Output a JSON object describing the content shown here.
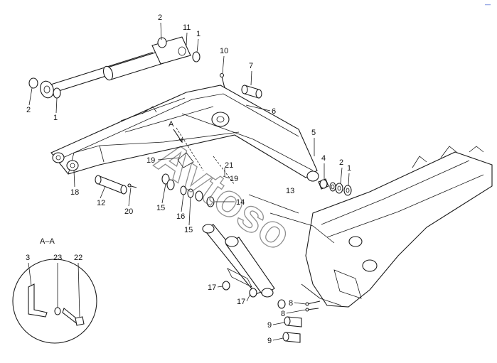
{
  "diagram": {
    "section_label": "A–A",
    "section_marker": "A",
    "watermark": "Avtoso",
    "corner_mark": "—",
    "callouts": [
      {
        "id": "c2a",
        "text": "2"
      },
      {
        "id": "c11",
        "text": "11"
      },
      {
        "id": "c1a",
        "text": "1"
      },
      {
        "id": "c2b",
        "text": "2"
      },
      {
        "id": "c1b",
        "text": "1"
      },
      {
        "id": "c10",
        "text": "10"
      },
      {
        "id": "c7",
        "text": "7"
      },
      {
        "id": "c6",
        "text": "6"
      },
      {
        "id": "c5",
        "text": "5"
      },
      {
        "id": "c4",
        "text": "4"
      },
      {
        "id": "c2c",
        "text": "2"
      },
      {
        "id": "c1c",
        "text": "1"
      },
      {
        "id": "c19a",
        "text": "19"
      },
      {
        "id": "c21",
        "text": "21"
      },
      {
        "id": "c19b",
        "text": "19"
      },
      {
        "id": "c13",
        "text": "13"
      },
      {
        "id": "c18",
        "text": "18"
      },
      {
        "id": "c12",
        "text": "12"
      },
      {
        "id": "c20",
        "text": "20"
      },
      {
        "id": "c15a",
        "text": "15"
      },
      {
        "id": "c16",
        "text": "16"
      },
      {
        "id": "c15b",
        "text": "15"
      },
      {
        "id": "c14",
        "text": "14"
      },
      {
        "id": "c3",
        "text": "3"
      },
      {
        "id": "c23",
        "text": "23"
      },
      {
        "id": "c22",
        "text": "22"
      },
      {
        "id": "c17a",
        "text": "17"
      },
      {
        "id": "c17b",
        "text": "17"
      },
      {
        "id": "c8a",
        "text": "8"
      },
      {
        "id": "c8b",
        "text": "8"
      },
      {
        "id": "c9a",
        "text": "9"
      },
      {
        "id": "c9b",
        "text": "9"
      }
    ]
  }
}
